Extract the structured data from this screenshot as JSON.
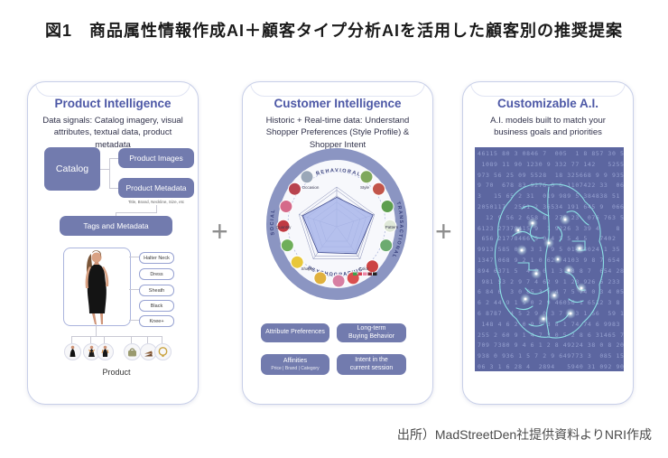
{
  "figure": {
    "title": "図1　商品属性情報作成AI＋顧客タイプ分析AIを活用した顧客別の推奨提案",
    "source": "出所）MadStreetDen社提供資料よりNRI作成",
    "plus": "+"
  },
  "cards": {
    "product": {
      "title": "Product Intelligence",
      "subtitle": "Data signals: Catalog imagery, visual attributes, textual data, product metadata",
      "flow": {
        "catalog": "Catalog",
        "product_images": "Product Images",
        "product_metadata": "Product Metadata",
        "metadata_note": "Title, Brand, Neckline, Size, etc",
        "tags_and_metadata": "Tags and Metadata"
      },
      "attribute_tags": [
        "Halter Neck",
        "Dress",
        "Sheath",
        "Black",
        "Knee+"
      ],
      "product_label": "Product"
    },
    "customer": {
      "title": "Customer Intelligence",
      "subtitle": "Historic + Real-time data: Understand Shopper Preferences (Style Profile) & Shopper Intent",
      "ring_labels": [
        "BEHAVIORAL",
        "TRANSACTIONAL",
        "PSYCHOGRAPHIC",
        "SOCIAL"
      ],
      "radar": {
        "axes": [
          "Occasion",
          "Style",
          "Pattern",
          "Color",
          "Shape",
          "Quantity"
        ],
        "values": [
          0.74,
          0.96,
          0.84,
          0.8,
          0.9
        ],
        "ring_fractions": [
          0.45,
          0.62,
          0.78,
          0.92,
          1
        ],
        "swatches": [
          "#3fa14e",
          "#d63f52",
          "#ef86a6",
          "#73212e",
          "#202020"
        ]
      },
      "thumbnails": [
        {
          "angle": -132,
          "color": "#e8c73a"
        },
        {
          "angle": -112,
          "color": "#6fae5a"
        },
        {
          "angle": -92,
          "color": "#c03a42"
        },
        {
          "angle": -72,
          "color": "#d56a8a"
        },
        {
          "angle": -52,
          "color": "#b8434e"
        },
        {
          "angle": -34,
          "color": "#9aa7b8"
        },
        {
          "angle": 34,
          "color": "#7fa85c"
        },
        {
          "angle": 52,
          "color": "#c2554a"
        },
        {
          "angle": 72,
          "color": "#5d9e4e"
        },
        {
          "angle": 92,
          "color": "#dfe8d8"
        },
        {
          "angle": 112,
          "color": "#6cab70"
        },
        {
          "angle": 138,
          "color": "#cc4343"
        },
        {
          "angle": 162,
          "color": "#d94f4f"
        },
        {
          "angle": -162,
          "color": "#e0b13e"
        },
        {
          "angle": 178,
          "color": "#d77fa3"
        }
      ],
      "buttons": {
        "attribute_preferences": "Attribute Preferences",
        "long_term": "Long-term\nBuying Behavior",
        "affinities": "Affinities",
        "affinities_note": "Price | Brand | Category",
        "intent": "Intent in the\ncurrent session"
      }
    },
    "custom_ai": {
      "title": "Customizable A.I.",
      "subtitle": "A.I. models built to match your business goals and priorities",
      "matrix": "46115 80 3 0846 7  005  1 8 857 30 52\n 1089 11 90 1230 9 332 77 142   52559\n973 56 25 09 5528  18 325668 9 9 9354\n9 70  678 83 9276 0 6 1107422 33  06\n3   15 65 2 31  019 989 5 384838 51 6\n2050117  2561 2 36534 191 645 9  0667\n  12 9 56 2 658 8  276 23  076 763 54\n6123 27379415 9  1 9226 3 39 4    8 1\n 656 21778466 5 0 4 5 5 4 5   7402\n9913 585 0 9 3 1  9 5 01424024 1 35 9\n1347 068 9 2 1 0 62  4103 9 8 7 654\n894 6371 5  4 9 0 1 3 48 8 7  654 28\n 981 53 2 9 7 4 62 9 1 28 926 6 233\n6 84 6  3 0 85 3 9 4 7 5 74 0 3 4 05\n6 2 44 9 1 5 0 2 9 46056 1 6512 3 8\n6 8787  4 5 2 9 0 3 7 6 3 1 56  59 1\n 148 4 6 2 0 9 5 3 8 1 74 74 6 9983\n255 2 60 9 1 4 7 3 0 5 2 8 6 31465 7\n709 7380 9 4 6 1 2 8 49224 38 0 8 20\n938 0 936 1 5 7 2 9 649773 3  085 15\n06 3 1 6 28 4  2894   5940 31 092 90"
    }
  },
  "colors": {
    "accent_purple": "#727bae",
    "heading_purple": "#4d58a6",
    "ring_periwinkle": "#8b95c2",
    "panel_navy": "#5c66a0",
    "brain_teal": "#8fe6e8"
  }
}
